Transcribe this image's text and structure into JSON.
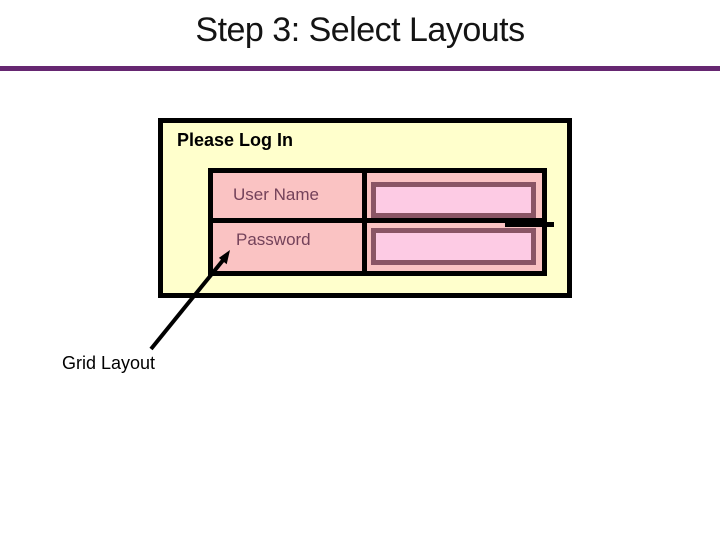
{
  "slide": {
    "title": "Step 3: Select Layouts"
  },
  "diagram": {
    "panel_title": "Please Log In",
    "form": {
      "rows": [
        {
          "label": "User Name",
          "field_value": ""
        },
        {
          "label": "Password",
          "field_value": ""
        }
      ]
    },
    "annotation": {
      "label": "Grid Layout"
    }
  },
  "colors": {
    "accent_rule": "#662771",
    "panel_background": "#FFFFCC",
    "panel_border": "#000000",
    "grid_cell_background": "#FAC3C3",
    "field_background": "#FDCBE4",
    "field_border": "#8A5565",
    "cell_label_text": "#74425A",
    "arrow": "#000000"
  }
}
